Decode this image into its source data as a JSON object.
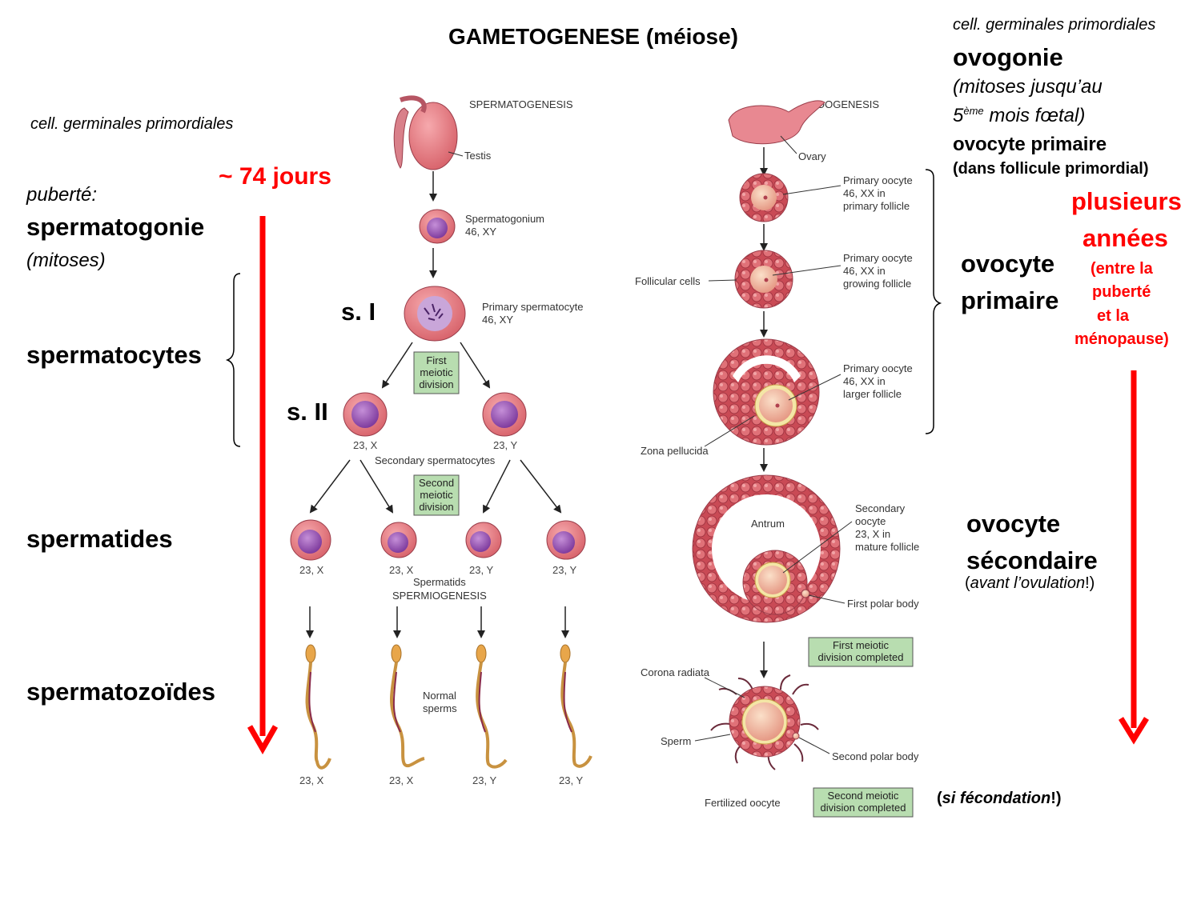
{
  "title": "GAMETOGENESE (méiose)",
  "male": {
    "primordial": "cell. germinales primordiales",
    "puberty": "puberté:",
    "duration": "~ 74 jours",
    "spermatogonie": "spermatogonie",
    "mitoses": "(mitoses)",
    "spermatocytes": "spermatocytes",
    "s1": "s. I",
    "s2": "s. II",
    "spermatides": "spermatides",
    "spermatozoides": "spermatozoïdes"
  },
  "female": {
    "primordial": "cell. germinales primordiales",
    "ovogonie": "ovogonie",
    "mitoses_line1": "(mitoses jusqu’au",
    "mitoses_num": "5",
    "mitoses_sup": "ème",
    "mitoses_line2_rest": " mois fœtal)",
    "ovocyte_primaire_top": "ovocyte primaire",
    "follicule": "(dans follicule primordial)",
    "plusieurs": "plusieurs",
    "annees": "années",
    "entre1": "(entre la",
    "entre2": "puberté",
    "entre3": "et la",
    "entre4": "ménopause)",
    "ovocyte_primaire_1": "ovocyte",
    "ovocyte_primaire_2": "primaire",
    "ovocyte_sec_1": "ovocyte",
    "ovocyte_sec_2": "sécondaire",
    "avant_open": "(",
    "avant_it": "avant l’ovulation",
    "avant_close": "!)",
    "si_open": "(",
    "si_it": "si fécondation",
    "si_close": "!)"
  },
  "figure": {
    "spermatogenesis": "SPERMATOGENESIS",
    "oogenesis": "OOGENESIS",
    "testis": "Testis",
    "spermatogonium": "Spermatogonium",
    "spermatogonium_k": "46, XY",
    "primary_spermatocyte": "Primary spermatocyte",
    "primary_spermatocyte_k": "46, XY",
    "first_meiotic": [
      "First",
      "meiotic",
      "division"
    ],
    "second_meiotic": [
      "Second",
      "meiotic",
      "division"
    ],
    "sec_k_x": "23, X",
    "sec_k_y": "23, Y",
    "secondary_spermatocytes": "Secondary spermatocytes",
    "spermatid_k": [
      "23, X",
      "23, X",
      "23, Y",
      "23, Y"
    ],
    "spermatids": "Spermatids",
    "spermiogenesis": "SPERMIOGENESIS",
    "normal": "Normal",
    "sperms": "sperms",
    "sperm_k": [
      "23, X",
      "23, X",
      "23, Y",
      "23, Y"
    ],
    "ovary": "Ovary",
    "po1": [
      "Primary oocyte",
      "46, XX in",
      "primary follicle"
    ],
    "po2": [
      "Primary oocyte",
      "46, XX in",
      "growing follicle"
    ],
    "po3": [
      "Primary oocyte",
      "46, XX in",
      "larger follicle"
    ],
    "follicular_cells": "Follicular cells",
    "zona_pellucida": "Zona pellucida",
    "antrum": "Antrum",
    "so": [
      "Secondary",
      "oocyte",
      "23, X in",
      "mature follicle"
    ],
    "first_polar_body": "First polar body",
    "first_completed": [
      "First meiotic",
      "division completed"
    ],
    "corona_radiata": "Corona radiata",
    "sperm": "Sperm",
    "second_polar_body": "Second polar body",
    "fertilized_oocyte": "Fertilized oocyte",
    "second_completed": [
      "Second meiotic",
      "division completed"
    ]
  }
}
